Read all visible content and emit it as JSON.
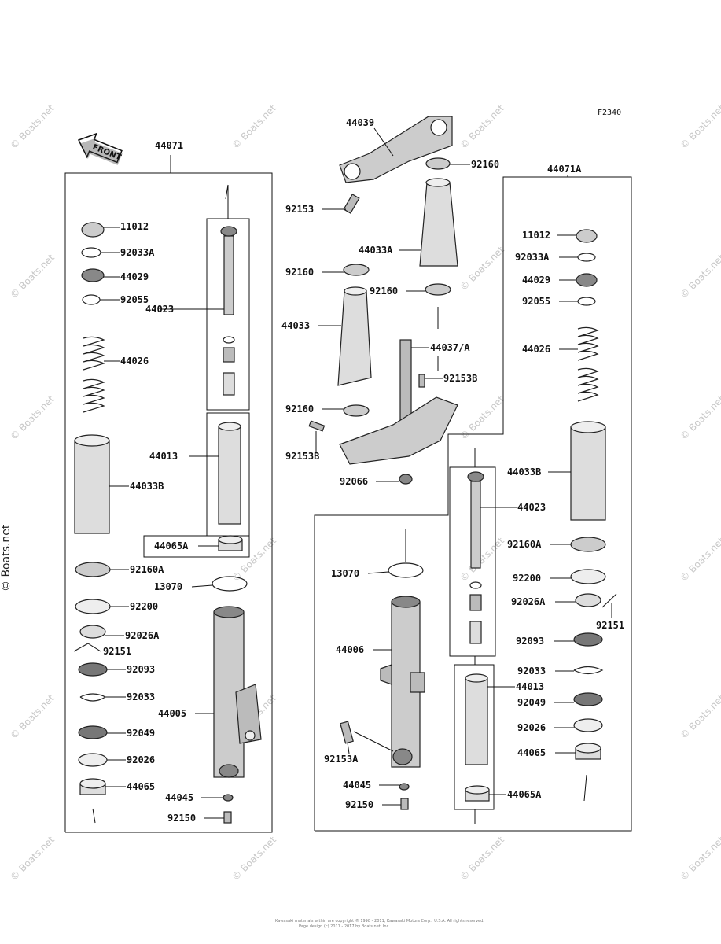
{
  "figure_code": "F2340",
  "front_label": "FRONT",
  "watermark": "© Boats.net",
  "copyright_lines": [
    "Kawasaki materials within are copyright © 1998 - 2011, Kawasaki Motors Corp., U.S.A. All rights reserved.",
    "Page design (c) 2011 - 2017 by Boats.net, Inc."
  ],
  "left_assembly": {
    "group_label": "44071",
    "inner_labels": [
      "44023",
      "44013",
      "44065A"
    ],
    "parts": [
      "11012",
      "92033A",
      "44029",
      "92055",
      "44026",
      "44033B",
      "92160A",
      "13070",
      "92200",
      "92026A",
      "92151",
      "92093",
      "92033",
      "44005",
      "92049",
      "92026",
      "44065",
      "44045",
      "92150"
    ]
  },
  "center_assembly": {
    "parts": [
      "44039",
      "92160",
      "92153",
      "44033A",
      "92160",
      "92160",
      "44033",
      "44037/A",
      "92153B",
      "92160",
      "92153B",
      "92066"
    ]
  },
  "right_assembly": {
    "group_label": "44071A",
    "parts": [
      "11012",
      "92033A",
      "44029",
      "92055",
      "44026",
      "44033B",
      "44023",
      "92160A",
      "13070",
      "92200",
      "92026A",
      "92151",
      "44006",
      "92093",
      "92033",
      "44013",
      "92049",
      "92026",
      "92153A",
      "44065",
      "44045",
      "44065A",
      "92150"
    ]
  }
}
